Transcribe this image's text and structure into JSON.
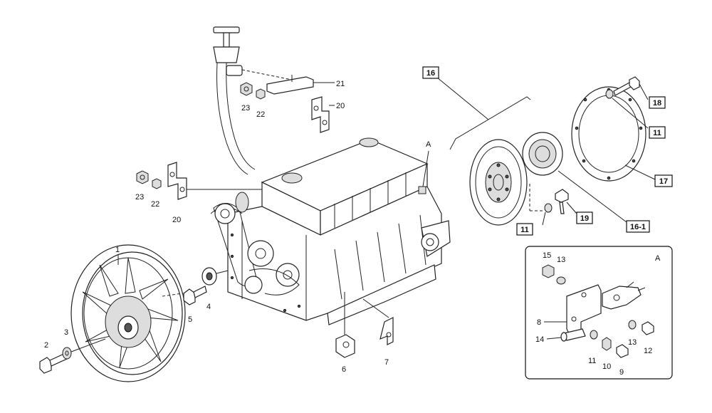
{
  "callouts": {
    "c1": "1",
    "c2": "2",
    "c3": "3",
    "c4": "4",
    "c5": "5",
    "c6": "6",
    "c7": "7",
    "c8": "8",
    "c9": "9",
    "c10": "10",
    "c11": "11",
    "c12": "12",
    "c13a": "13",
    "c13b": "13",
    "c14": "14",
    "c15": "15",
    "c20a": "20",
    "c20b": "20",
    "c21": "21",
    "c22a": "22",
    "c22b": "22",
    "c23a": "23",
    "c23b": "23"
  },
  "boxed_callouts": {
    "b16": "16",
    "b16_1": "16-1",
    "b17": "17",
    "b18": "18",
    "b11a": "11",
    "b11b": "11",
    "b19": "19"
  },
  "views": {
    "detail_mark": "A",
    "detail_panel_label": "A"
  }
}
